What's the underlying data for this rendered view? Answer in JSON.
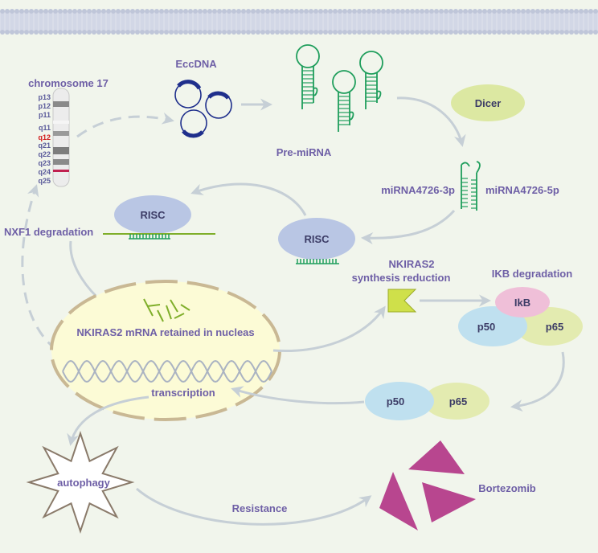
{
  "labels": {
    "chromosome": "chromosome 17",
    "eccdna": "EccDNA",
    "pre_mirna": "Pre-miRNA",
    "dicer": "Dicer",
    "mir_3p": "miRNA4726-3p",
    "mir_5p": "miRNA4726-5p",
    "risc_top": "RISC",
    "risc_bottom": "RISC",
    "nxf1": "NXF1 degradation",
    "nkiras2_synthesis_line1": "NKIRAS2",
    "nkiras2_synthesis_line2": "synthesis reduction",
    "ikb_degradation": "IKB degradation",
    "ikb": "IkB",
    "p50_complex": "p50",
    "p65_complex": "p65",
    "p50_free": "p50",
    "p65_free": "p65",
    "mrna_retained": "NKIRAS2 mRNA retained in nucleas",
    "transcription": "transcription",
    "autophagy": "autophagy",
    "resistance": "Resistance",
    "bortezomib": "Bortezomib"
  },
  "chromosome_bands": {
    "p_arm": [
      "p13",
      "p12",
      "p11"
    ],
    "q_arm": [
      "q11",
      "q12",
      "q21",
      "q22",
      "q23",
      "q24",
      "q25"
    ],
    "highlighted": "q12",
    "highlight_color": "#d11a1a"
  },
  "colors": {
    "background": "#f1f5ec",
    "membrane": "#cdd4e4",
    "label_text": "#6e5fa6",
    "eccdna": "#1f2f8c",
    "rna_green": "#1f9e5c",
    "dicer_fill": "#dce8a2",
    "risc_fill": "#b9c6e4",
    "p50_fill": "#bfe0ef",
    "p65_fill": "#e3ebb0",
    "ikb_fill": "#efbfd8",
    "nucleus_fill": "#fcfbd6",
    "nucleus_border": "#c9b894",
    "arrow_grey": "#c6cfd6",
    "bortezomib": "#b8468f"
  },
  "icons": [
    "eccdna-circle-icon",
    "pre-mirna-hairpin-icon",
    "star-burst-icon",
    "triangle-drug-icon",
    "dna-helix-icon",
    "truncated-protein-icon"
  ]
}
